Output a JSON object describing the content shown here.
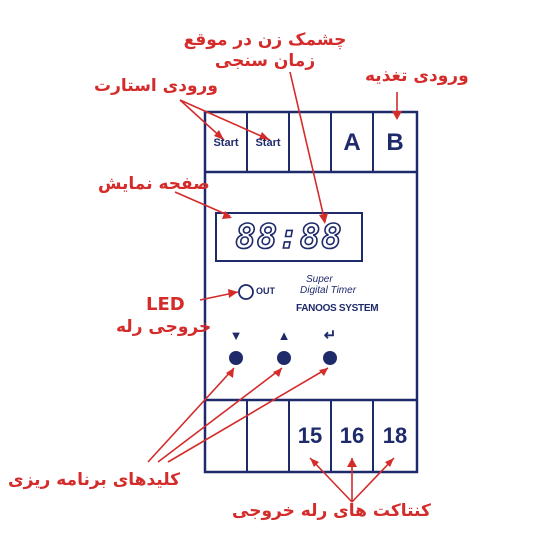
{
  "annotations": {
    "display_blink": "چشمک زن در موقع زمان سنجی",
    "power_input": "ورودی تغذیه",
    "start_input": "ورودی استارت",
    "display_screen": "صفحه نمایش",
    "led_label": "LED",
    "relay_output": "خروجی رله",
    "program_keys": "کلیدهای برنامه ریزی",
    "relay_contacts": "کنتاکت های رله خروجی"
  },
  "device": {
    "top_terminals": [
      "Start",
      "Start",
      "",
      "A",
      "B"
    ],
    "bottom_terminals": [
      "",
      "",
      "15",
      "16",
      "18"
    ],
    "display_text": "88:88",
    "led_text": "OUT",
    "product_name_line1": "Super",
    "product_name_line2": "Digital Timer",
    "brand": "FANOOS SYSTEM",
    "buttons": [
      {
        "name": "down-arrow-icon",
        "glyph": "▼"
      },
      {
        "name": "up-arrow-icon",
        "glyph": "▲"
      },
      {
        "name": "enter-icon",
        "glyph": "↵"
      }
    ]
  },
  "colors": {
    "frame": "#1f2a6b",
    "annotation": "#d42b2b"
  }
}
